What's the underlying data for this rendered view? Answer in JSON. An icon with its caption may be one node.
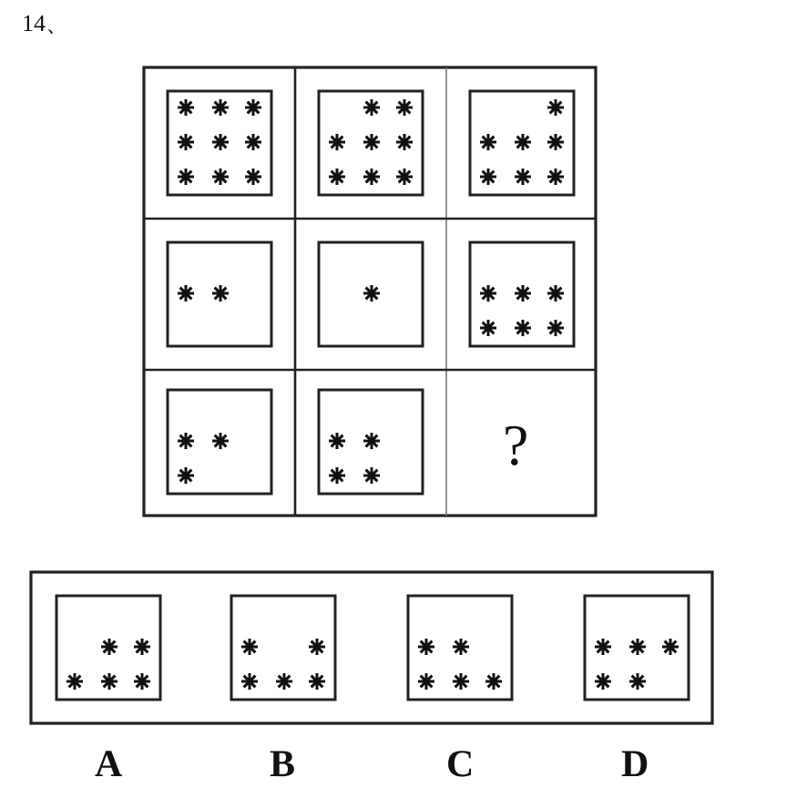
{
  "diagram": {
    "labels": [
      "14、",
      "?",
      "A",
      "B",
      "C",
      "D"
    ]
  }
}
